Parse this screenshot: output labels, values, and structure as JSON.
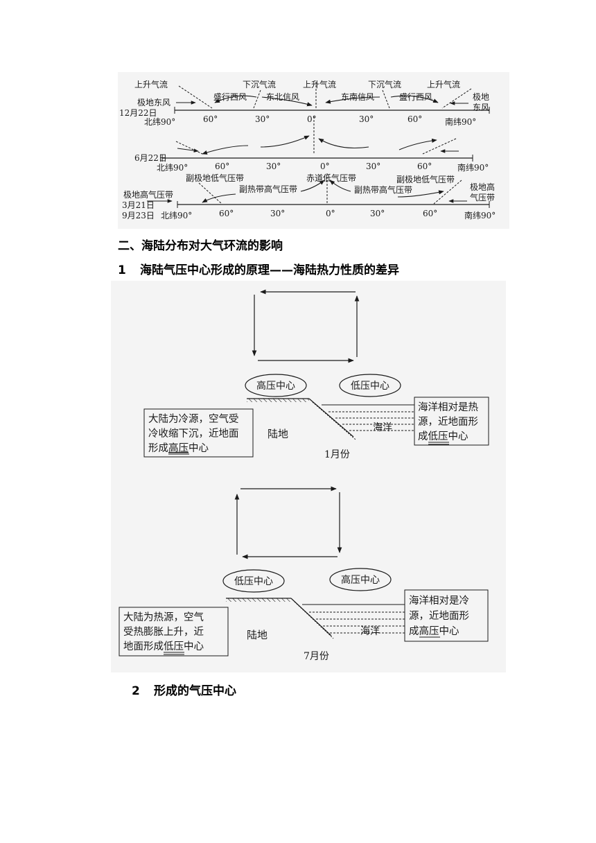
{
  "fig1": {
    "row1": {
      "date": "12月22日",
      "lat_left": "北纬90°",
      "lat_right": "南纬90°",
      "ticks": [
        "60°",
        "30°",
        "0°",
        "30°",
        "60°"
      ],
      "top_labels": [
        "上升气流",
        "下沉气流",
        "上升气流",
        "下沉气流",
        "上升气流"
      ],
      "wind_labels": [
        "盛行西风",
        "东北信风",
        "东南信风",
        "盛行西风"
      ],
      "polar_left": "极地东风",
      "polar_right_1": "极地",
      "polar_right_2": "东风"
    },
    "row2": {
      "date": "6月22日",
      "lat_left": "北纬90°",
      "lat_right": "南纬90°",
      "ticks": [
        "60°",
        "30°",
        "0°",
        "30°",
        "60°"
      ]
    },
    "row3": {
      "belts_top": [
        "副极地低气压带",
        "赤道低气压带",
        "副极地低气压带"
      ],
      "belts_sub": [
        "副热带高气压带",
        "副热带高气压带"
      ],
      "polar_left": "极地高气压带",
      "polar_right_1": "极地高",
      "polar_right_2": "气压带",
      "date_1": "3月21日",
      "date_2": "9月23日",
      "lat_left": "北纬90°",
      "lat_right": "南纬90°",
      "ticks": [
        "60°",
        "30°",
        "0°",
        "30°",
        "60°"
      ]
    }
  },
  "section2": {
    "title": "二、海陆分布对大气环流的影响"
  },
  "subsection1": {
    "num": "1",
    "title": "海陆气压中心形成的原理——海陆热力性质的差异"
  },
  "fig2": {
    "jan": {
      "land_center": "高压中心",
      "sea_center": "低压中心",
      "land_box": [
        "大陆为冷源，空气受",
        "冷收缩下沉，近地面",
        "形成",
        "高压",
        "中心"
      ],
      "sea_box": [
        "海洋相对是热",
        "源，近地面形",
        "成",
        "低压",
        "中心"
      ],
      "land": "陆地",
      "sea": "海洋",
      "month": "1月份"
    },
    "jul": {
      "land_center": "低压中心",
      "sea_center": "高压中心",
      "land_box": [
        "大陆为热源，空气",
        "受热膨胀上升，近",
        "地面形成",
        "低压",
        "中心"
      ],
      "sea_box": [
        "海洋相对是冷",
        "源，近地面形",
        "成",
        "高压",
        "中心"
      ],
      "land": "陆地",
      "sea": "海洋",
      "month": "7月份"
    }
  },
  "subsection2": {
    "num": "2",
    "title": "形成的气压中心"
  }
}
